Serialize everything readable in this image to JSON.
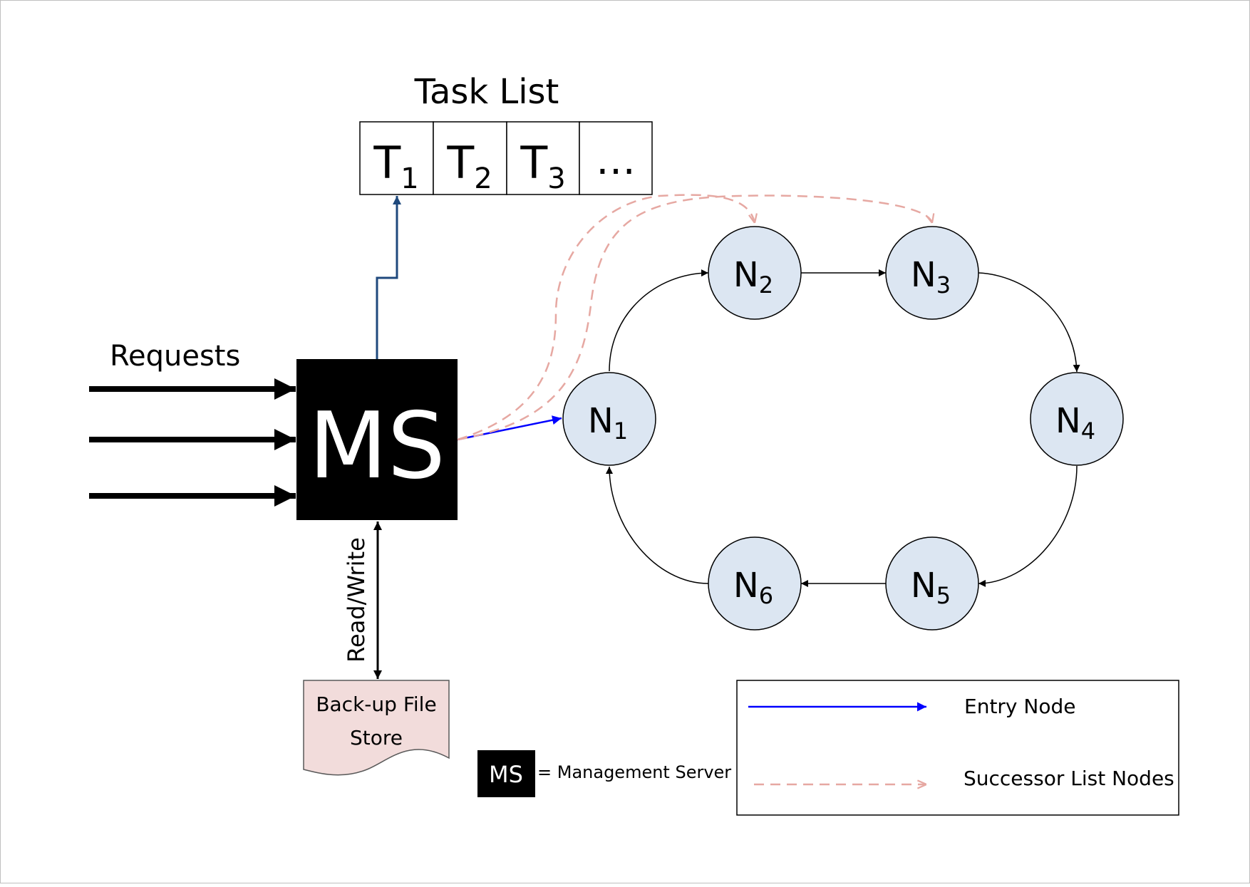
{
  "task_list": {
    "title": "Task List",
    "cells": [
      {
        "base": "T",
        "sub": "1"
      },
      {
        "base": "T",
        "sub": "2"
      },
      {
        "base": "T",
        "sub": "3"
      },
      {
        "base": "…",
        "sub": ""
      }
    ]
  },
  "requests_label": "Requests",
  "server": {
    "label": "MS"
  },
  "read_write_label": "Read/Write",
  "backup_store": {
    "line1": "Back-up File",
    "line2": "Store"
  },
  "abbreviation_note": {
    "badge": "MS",
    "text": "= Management Server"
  },
  "nodes": [
    {
      "base": "N",
      "sub": "1"
    },
    {
      "base": "N",
      "sub": "2"
    },
    {
      "base": "N",
      "sub": "3"
    },
    {
      "base": "N",
      "sub": "4"
    },
    {
      "base": "N",
      "sub": "5"
    },
    {
      "base": "N",
      "sub": "6"
    }
  ],
  "legend": {
    "entry_node": "Entry Node",
    "successor_list_nodes": "Successor List Nodes"
  },
  "colors": {
    "node_fill": "#dce6f2",
    "entry_arrow": "#0000ff",
    "successor_arrow": "#e6a8a2",
    "task_arrow": "#1f497d",
    "backup_fill": "#f2dcdb",
    "server_fill": "#000000"
  }
}
